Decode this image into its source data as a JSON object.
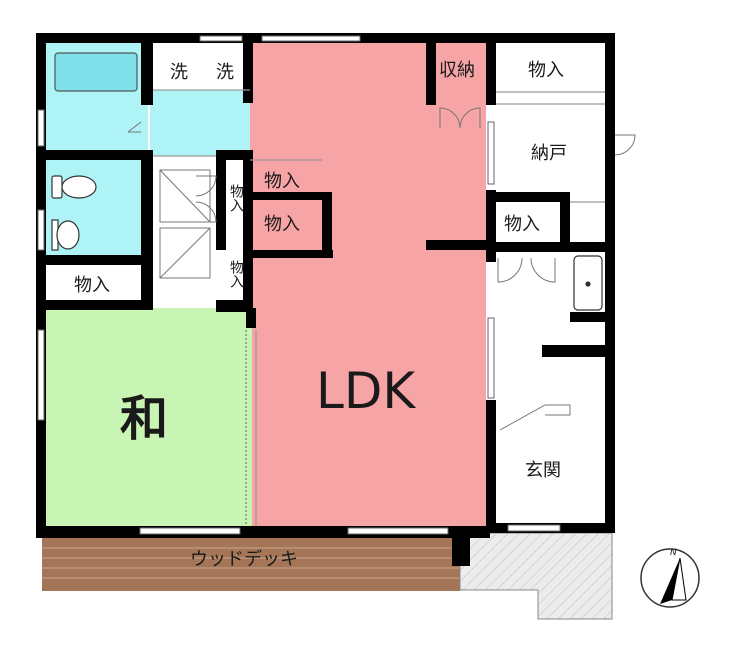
{
  "rooms": {
    "ldk": "LDK",
    "washitsu": "和",
    "wash_1": "洗",
    "wash_2": "洗",
    "shuno": "収納",
    "monoire_top_right": "物入",
    "nando": "納戸",
    "monoire_mid_1": "物入",
    "monoire_mid_2": "物入",
    "monoire_right": "物入",
    "monoire_left": "物入",
    "monoire_vert_1": "物入",
    "monoire_vert_2": "物入",
    "genkan": "玄関",
    "deck": "ウッドデッキ"
  },
  "compass": {
    "north_label": "N"
  },
  "colors": {
    "ldk": "#f7a4a6",
    "washitsu": "#c8f5b4",
    "water": "#aef3f6",
    "bathtub": "#7fe0ea",
    "wall": "#000000",
    "deck": "#a47657",
    "porch": "#e6e6e6"
  }
}
